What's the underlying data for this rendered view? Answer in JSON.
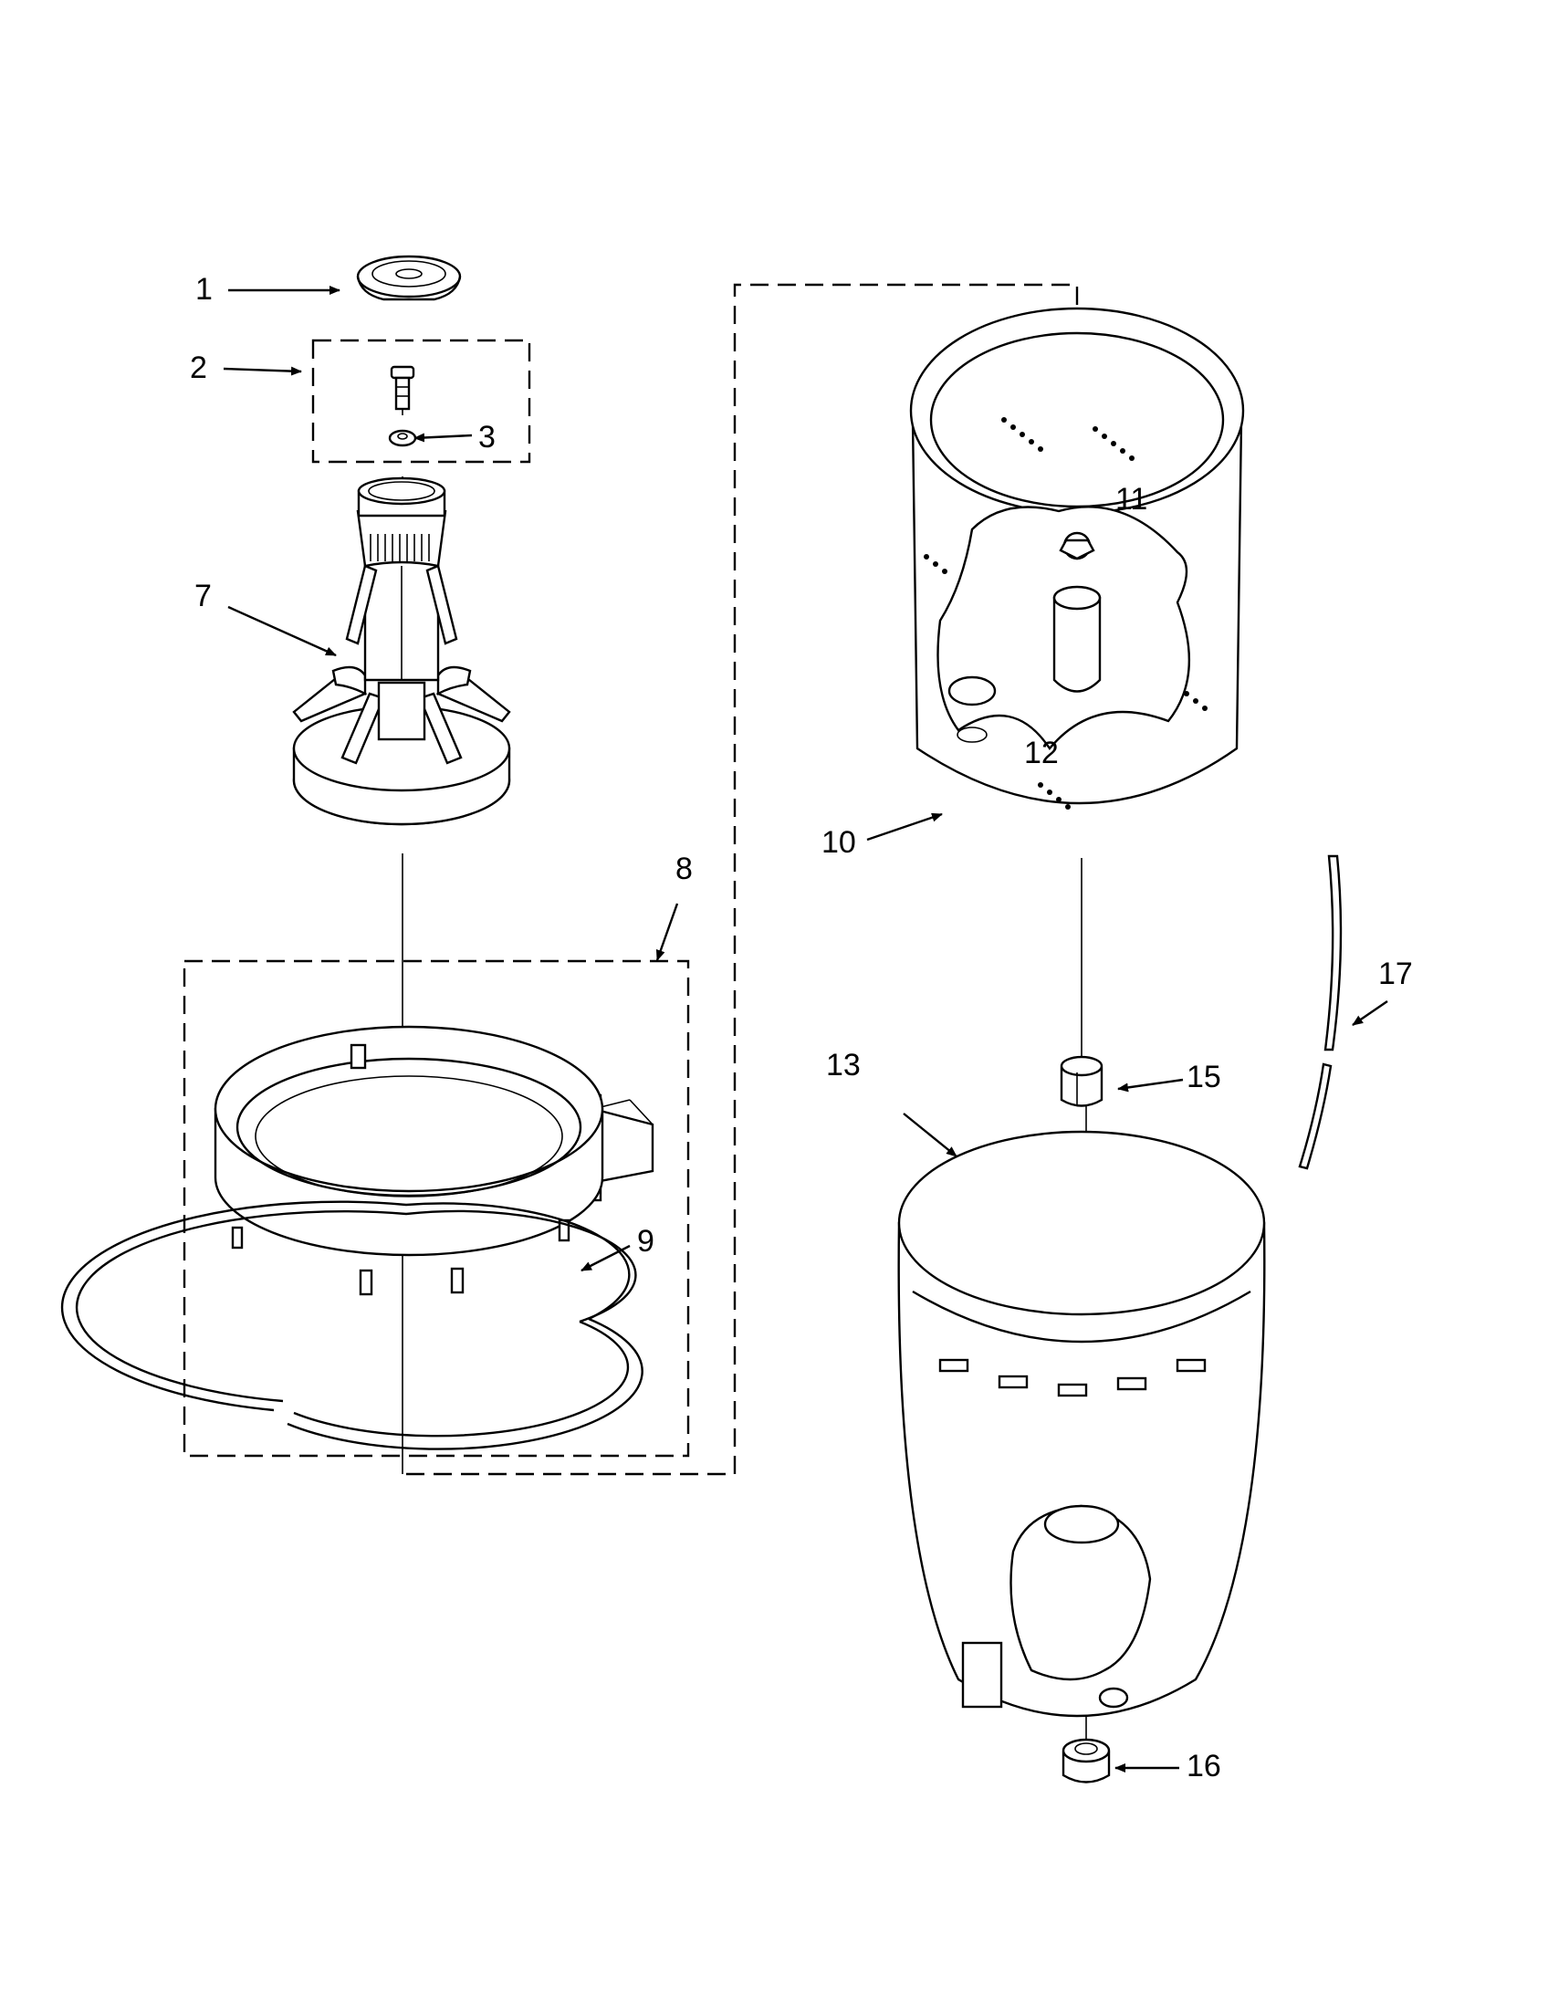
{
  "callouts": [
    {
      "id": "1",
      "text": "1"
    },
    {
      "id": "2",
      "text": "2"
    },
    {
      "id": "3",
      "text": "3"
    },
    {
      "id": "7",
      "text": "7"
    },
    {
      "id": "8",
      "text": "8"
    },
    {
      "id": "9",
      "text": "9"
    },
    {
      "id": "10",
      "text": "10"
    },
    {
      "id": "11",
      "text": "11"
    },
    {
      "id": "12",
      "text": "12"
    },
    {
      "id": "13",
      "text": "13"
    },
    {
      "id": "15",
      "text": "15"
    },
    {
      "id": "16",
      "text": "16"
    },
    {
      "id": "17",
      "text": "17"
    }
  ]
}
